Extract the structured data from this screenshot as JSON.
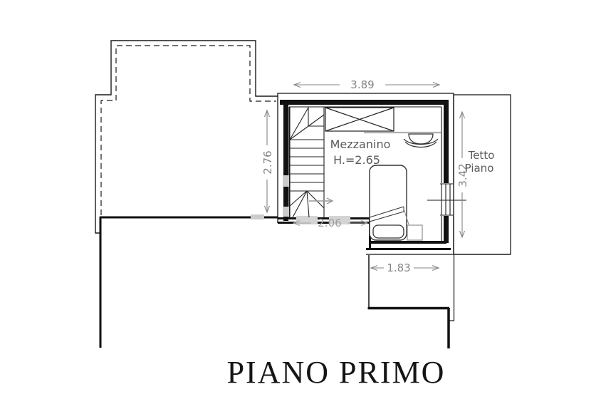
{
  "title": "PIANO PRIMO",
  "labels": {
    "room_name": "Mezzanino",
    "room_height": "H.=2.65",
    "roof_line1": "Tetto",
    "roof_line2": "Piano"
  },
  "dimensions": {
    "top_width": "3.89",
    "left_height": "2.76",
    "right_height": "3.42",
    "lower_left_width": "2.06",
    "balcony_width": "1.83"
  },
  "colors": {
    "line_dark": "#1a1a1a",
    "wall_black": "#111111",
    "dimension_gray": "#868686",
    "light_gray_gap": "#cccccc",
    "balustrade_gray": "#b0b0b0",
    "background": "#ffffff"
  }
}
